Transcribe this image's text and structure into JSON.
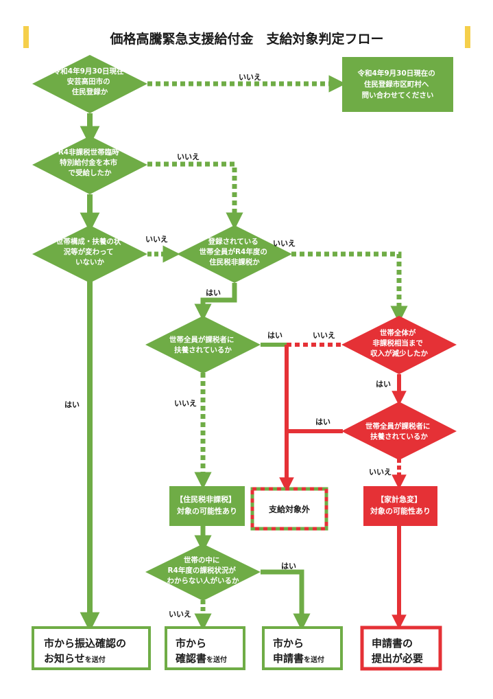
{
  "title": "価格高騰緊急支援給付金　支給対象判定フロー",
  "colors": {
    "green": "#6fac46",
    "red": "#e53136",
    "accent": "#f5cf4b",
    "text": "#1a1a1a",
    "white": "#ffffff"
  },
  "nodes": {
    "q_residence": [
      "令和4年9月30日現在",
      "安芸高田市の",
      "住民登録か"
    ],
    "contact_municipality": [
      "令和4年9月30日現在の",
      "住民登録市区町村へ",
      "問い合わせてください"
    ],
    "q_received": [
      "R4非課税世帯臨時",
      "特別給付金を本市",
      "で受給したか"
    ],
    "q_household": [
      "世帯構成・扶養の状",
      "況等が変わって",
      "いないか"
    ],
    "q_tax_exempt": [
      "登録されている",
      "世帯全員がR4年度の",
      "住民税非課税か"
    ],
    "q_dependents": [
      "世帯全員が課税者に",
      "扶養されているか"
    ],
    "q_income_drop": [
      "世帯全体が",
      "非課税相当まで",
      "収入が減少したか"
    ],
    "q_dependents2": [
      "世帯全員が課税者に",
      "扶養されているか"
    ],
    "candidate_tax_exempt": [
      "【住民税非課税】",
      "対象の可能性あり"
    ],
    "not_eligible": [
      "支給対象外"
    ],
    "candidate_emergency": [
      "【家計急変】",
      "対象の可能性あり"
    ],
    "q_unknown": [
      "世帯の中に",
      "R4年度の課税状況が",
      "わからない人がいるか"
    ]
  },
  "results": {
    "notice": {
      "line1": "市から振込確認の",
      "line2_big": "お知らせ",
      "line2_small": "を送付"
    },
    "confirm": {
      "line1": "市から",
      "line2_big": "確認書",
      "line2_small": "を送付"
    },
    "apply": {
      "line1": "市から",
      "line2_big": "申請書",
      "line2_small": "を送付"
    },
    "submit": {
      "line1": "申請書の",
      "line2_big": "提出が必要",
      "line2_small": ""
    }
  },
  "labels": {
    "yes": "はい",
    "no": "いいえ"
  }
}
